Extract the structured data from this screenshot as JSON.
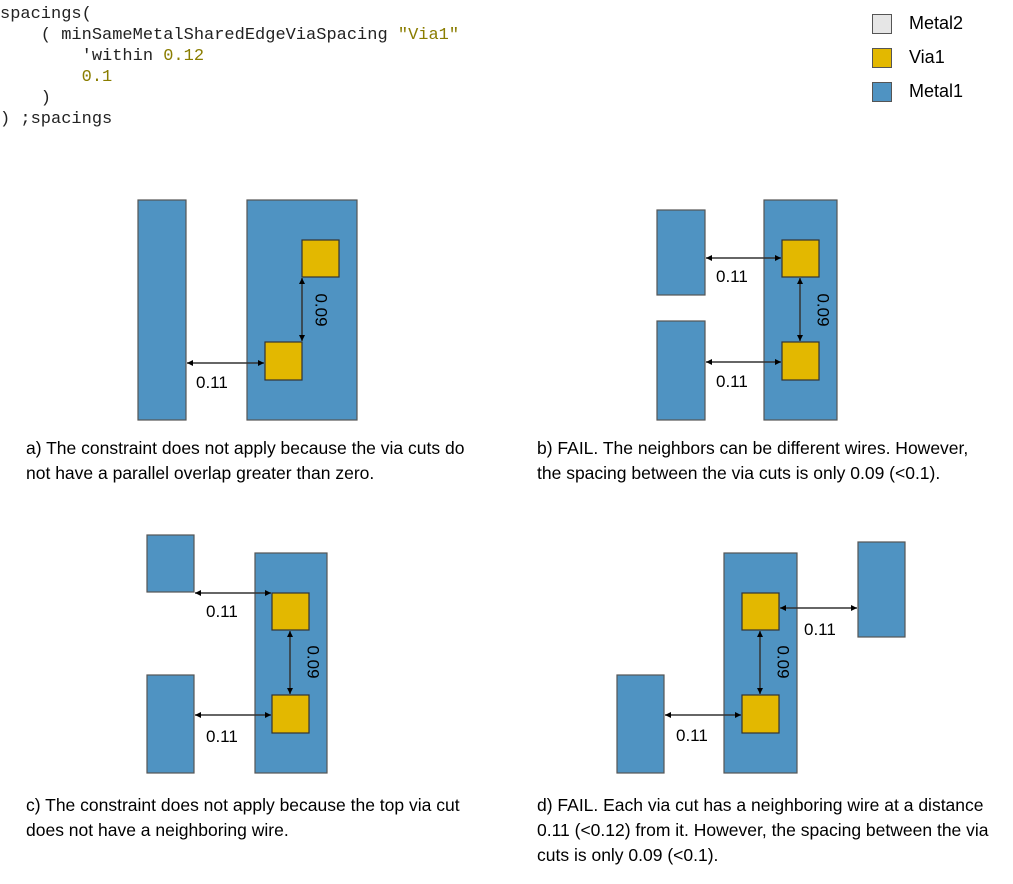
{
  "code": {
    "l1": "spacings(",
    "l2a": "    ( minSameMetalSharedEdgeViaSpacing ",
    "l2b": "\"Via1\"",
    "l3a": "        'within ",
    "l3b": "0.12",
    "l4": "        0.1",
    "l5": "    )",
    "l6": ") ;spacings"
  },
  "legend": [
    {
      "label": "Metal2",
      "color": "#e6e6e6"
    },
    {
      "label": "Via1",
      "color": "#e3b800"
    },
    {
      "label": "Metal1",
      "color": "#4f93c2"
    }
  ],
  "colors": {
    "metal1": "#4f93c2",
    "via1": "#e3b800"
  },
  "panels": {
    "a": {
      "caption": "a) The constraint does not apply because the via cuts do not have a parallel overlap greater than zero.",
      "dims": [
        "0.11",
        "0.09"
      ]
    },
    "b": {
      "caption": "b) FAIL. The neighbors can be different wires. However, the spacing between the via cuts is only 0.09 (<0.1).",
      "dims": [
        "0.11",
        "0.11",
        "0.09"
      ]
    },
    "c": {
      "caption": "c) The constraint does not apply because the top via cut does not have a neighboring wire.",
      "dims": [
        "0.11",
        "0.11",
        "0.09"
      ]
    },
    "d": {
      "caption": "d) FAIL. Each via cut has a neighboring wire at a distance 0.11 (<0.12) from it. However, the spacing between the via cuts is only 0.09 (<0.1).",
      "dims": [
        "0.11",
        "0.11",
        "0.09"
      ]
    }
  }
}
